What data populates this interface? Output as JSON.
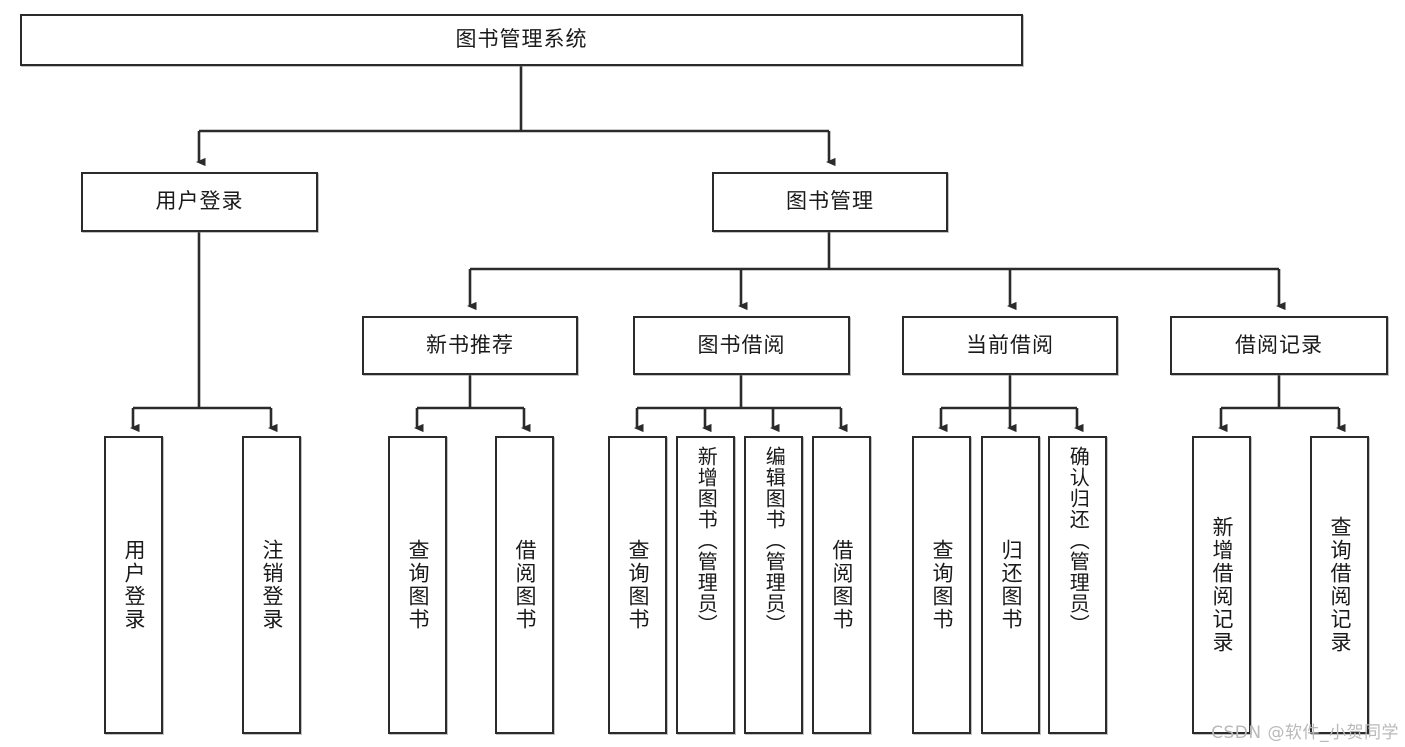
{
  "diagram": {
    "title": "图书管理系统",
    "type": "tree",
    "watermark": "CSDN @软件_小贺同学",
    "colors": {
      "border": "#2b2b2b",
      "background": "#ffffff",
      "text": "#1a1a1a",
      "watermark": "#b9b9b9"
    },
    "root": {
      "label": "图书管理系统"
    },
    "level2": [
      {
        "label": "用户登录"
      },
      {
        "label": "图书管理"
      }
    ],
    "level3": [
      {
        "label": "新书推荐"
      },
      {
        "label": "图书借阅"
      },
      {
        "label": "当前借阅"
      },
      {
        "label": "借阅记录"
      }
    ],
    "leaves": {
      "user_login": [
        {
          "label": "用户登录"
        },
        {
          "label": "注销登录"
        }
      ],
      "new_book": [
        {
          "label": "查询图书"
        },
        {
          "label": "借阅图书"
        }
      ],
      "book_borrow": [
        {
          "label": "查询图书"
        },
        {
          "label": "新增图书（管理员）"
        },
        {
          "label": "编辑图书（管理员）"
        },
        {
          "label": "借阅图书"
        }
      ],
      "current_borrow": [
        {
          "label": "查询图书"
        },
        {
          "label": "归还图书"
        },
        {
          "label": "确认归还（管理员）"
        }
      ],
      "borrow_record": [
        {
          "label": "新增借阅记录"
        },
        {
          "label": "查询借阅记录"
        }
      ]
    }
  }
}
